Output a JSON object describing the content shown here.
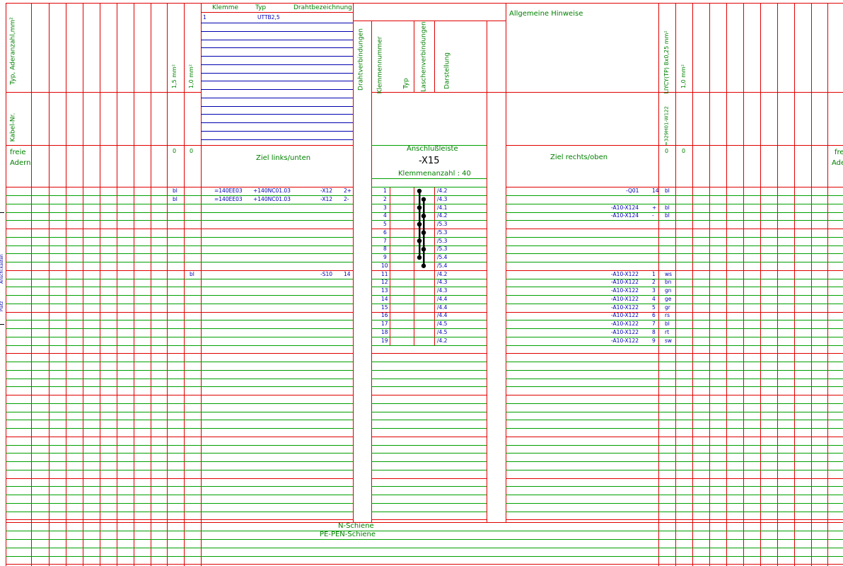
{
  "header": {
    "typ_aderanzahl": "Typ, Aderanzahl,mm²",
    "kabel_nr": "Kabel-Nr.",
    "freie_adern_left": [
      "freie",
      "Adern"
    ],
    "freie_adern_right": [
      "frei",
      "Ade"
    ],
    "cs_left_1": "1,5 mm²",
    "cs_left_2": "1,0 mm²",
    "zero": "0",
    "klemme": "Klemme",
    "typ": "Typ",
    "drahtbezeichnung": "Drahtbezeichnung",
    "klemme_row_num": "1",
    "klemme_row_typ": "UTTB2,5",
    "ziel_links": "Ziel links/unten",
    "ziel_rechts": "Ziel rechts/oben",
    "allgemeine": "Allgemeine Hinweise",
    "drahtverbindungen": "Drahtverbindungen",
    "klemmennummer": "Klemmennummer",
    "typ_col": "Typ",
    "laschenverbindungen": "Laschenverbindungen",
    "darstellung": "Darstellung",
    "anschlussleiste": "Anschlußleiste",
    "strip_name": "-X15",
    "klemmenanzahl": "Klemmenanzahl : 40",
    "cable_type_right": "LIYCY(TP) 8x0,25 mm²",
    "cable_cs_right": "1,0 mm²",
    "cable_nr_right": "=329H01-W122"
  },
  "left_entries": [
    {
      "color": "bl",
      "c1": "=140EE03",
      "c2": "+140NC01.03",
      "c3": "-X12",
      "c4": "2+"
    },
    {
      "color": "bl",
      "c1": "=140EE03",
      "c2": "+140NC01.03",
      "c3": "-X12",
      "c4": "2-"
    }
  ],
  "left_entry_11": {
    "color": "bl",
    "c3": "-S10",
    "c4": "14"
  },
  "terminals": [
    {
      "num": "1",
      "ref": "/4.2",
      "rtarget": "-Q01",
      "rpin": "14",
      "rcolor": "bl"
    },
    {
      "num": "2",
      "ref": "/4.3",
      "rtarget": "",
      "rpin": "",
      "rcolor": ""
    },
    {
      "num": "3",
      "ref": "/4.1",
      "rtarget": "-A10-X124",
      "rpin": "+",
      "rcolor": "bl"
    },
    {
      "num": "4",
      "ref": "/4.2",
      "rtarget": "-A10-X124",
      "rpin": "-",
      "rcolor": "bl"
    },
    {
      "num": "5",
      "ref": "/5.3",
      "rtarget": "",
      "rpin": "",
      "rcolor": ""
    },
    {
      "num": "6",
      "ref": "/5.3",
      "rtarget": "",
      "rpin": "",
      "rcolor": ""
    },
    {
      "num": "7",
      "ref": "/5.3",
      "rtarget": "",
      "rpin": "",
      "rcolor": ""
    },
    {
      "num": "8",
      "ref": "/5.3",
      "rtarget": "",
      "rpin": "",
      "rcolor": ""
    },
    {
      "num": "9",
      "ref": "/5.4",
      "rtarget": "",
      "rpin": "",
      "rcolor": ""
    },
    {
      "num": "10",
      "ref": "/5.4",
      "rtarget": "",
      "rpin": "",
      "rcolor": ""
    },
    {
      "num": "11",
      "ref": "/4.2",
      "rtarget": "-A10-X122",
      "rpin": "1",
      "rcolor": "ws"
    },
    {
      "num": "12",
      "ref": "/4.3",
      "rtarget": "-A10-X122",
      "rpin": "2",
      "rcolor": "bn"
    },
    {
      "num": "13",
      "ref": "/4.3",
      "rtarget": "-A10-X122",
      "rpin": "3",
      "rcolor": "gn"
    },
    {
      "num": "14",
      "ref": "/4.4",
      "rtarget": "-A10-X122",
      "rpin": "4",
      "rcolor": "ge"
    },
    {
      "num": "15",
      "ref": "/4.4",
      "rtarget": "-A10-X122",
      "rpin": "5",
      "rcolor": "gr"
    },
    {
      "num": "16",
      "ref": "/4.4",
      "rtarget": "-A10-X122",
      "rpin": "6",
      "rcolor": "rs"
    },
    {
      "num": "17",
      "ref": "/4.5",
      "rtarget": "-A10-X122",
      "rpin": "7",
      "rcolor": "bl"
    },
    {
      "num": "18",
      "ref": "/4.5",
      "rtarget": "-A10-X122",
      "rpin": "8",
      "rcolor": "rt"
    },
    {
      "num": "19",
      "ref": "/4.2",
      "rtarget": "-A10-X122",
      "rpin": "9",
      "rcolor": "sw"
    }
  ],
  "footer": {
    "n_schiene": "N-Schiene",
    "pe_schiene": "PE-PEN-Schiene"
  },
  "margin": {
    "text_a": "Anschl.kasten",
    "text_b": "Platz"
  },
  "colors": {
    "grid_red": "#e00000",
    "row_green": "#00a000",
    "text_green": "#008000",
    "value_blue": "#0000b0",
    "jumper_black": "#000000"
  }
}
